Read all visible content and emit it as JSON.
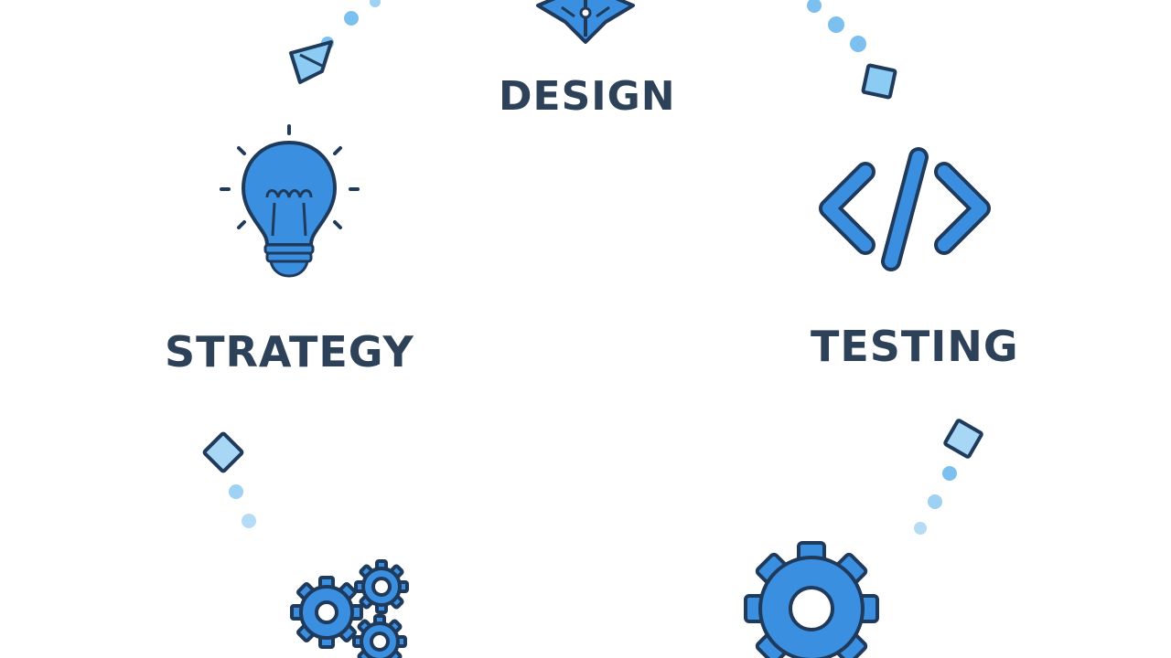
{
  "stages": [
    {
      "id": "design",
      "label": "DESIGN",
      "icon": "pen-nib-icon"
    },
    {
      "id": "strategy",
      "label": "STRATEGY",
      "icon": "lightbulb-icon"
    },
    {
      "id": "testing",
      "label": "TESTING",
      "icon": "code-brackets-icon"
    },
    {
      "id": "bottom-left",
      "label": "",
      "icon": "gears-icon"
    },
    {
      "id": "bottom-right",
      "label": "",
      "icon": "gear-icon"
    }
  ],
  "colors": {
    "icon_fill": "#3b8fe0",
    "icon_stroke": "#1f3a5a",
    "dot": "#7cc0ef",
    "diamond_fill": "#8ccbf3",
    "text": "#2d4159",
    "background": "#ffffff"
  }
}
